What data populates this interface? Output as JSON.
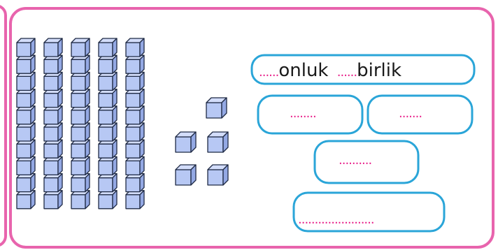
{
  "worksheet": {
    "place_value_answer": {
      "tens_blank": "......",
      "tens_word": "onluk",
      "ones_blank": "......",
      "ones_word": "birlik"
    },
    "tens_value_blank": "........",
    "ones_value_blank": ".......",
    "sum_blank": "..........",
    "written_number_blank": "......................."
  },
  "blocks": {
    "ten_rods": 5,
    "cubes_per_rod": 10,
    "unit_cubes": 5
  },
  "colors": {
    "frame": "#e864ad",
    "answer_box": "#2aa5d8",
    "cube_fill": "#b7c8f4",
    "cube_top": "#d3ddfa",
    "cube_side": "#94a9e4",
    "dots": "#e8208a"
  }
}
